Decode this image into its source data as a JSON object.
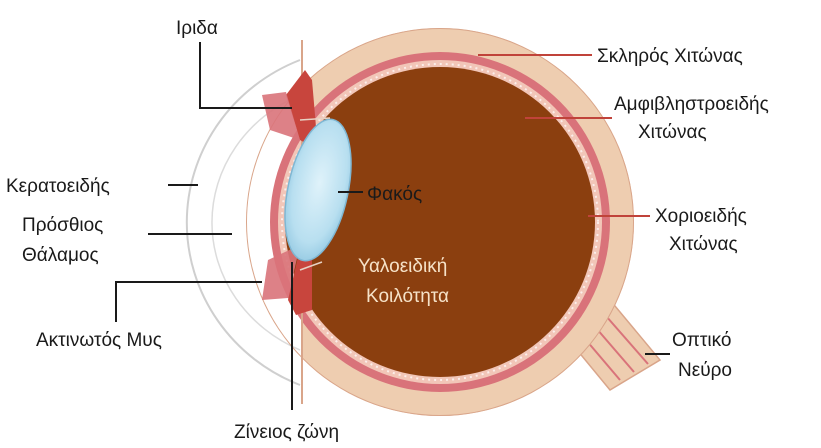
{
  "labels": {
    "iris": "Ιριδα",
    "sclera": "Σκληρός Χιτώνας",
    "retina_1": "Αμφιβληστροειδής",
    "retina_2": "Χιτώνας",
    "cornea": "Κερατοειδής",
    "lens": "Φακός",
    "anterior_1": "Πρόσθιος",
    "anterior_2": "Θάλαμος",
    "choroid_1": "Χοριοειδής",
    "choroid_2": "Χιτώνας",
    "vitreous_1": "Υαλοειδική",
    "vitreous_2": "Κοιλότητα",
    "ciliary": "Ακτινωτός Μυς",
    "optic_1": "Οπτικό",
    "optic_2": "Νεύρο",
    "zonule": "Ζίνειος ζώνη"
  },
  "colors": {
    "sclera": "#eecdb0",
    "choroid": "#d9737a",
    "retina": "#f2c6b8",
    "vitreous": "#8b3f0f",
    "lens": "#b8dff0",
    "muscle": "#c8453d",
    "label_in": "#f6e2c8"
  }
}
